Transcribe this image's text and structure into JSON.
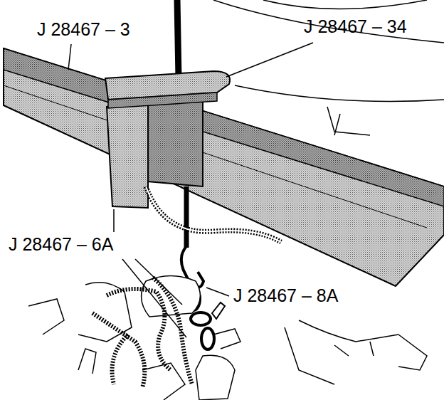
{
  "diagram": {
    "labels": [
      "J 28467 – 3",
      "J 28467 – 34",
      "J 28467 – 6A",
      "J 28467 – 8A"
    ]
  }
}
